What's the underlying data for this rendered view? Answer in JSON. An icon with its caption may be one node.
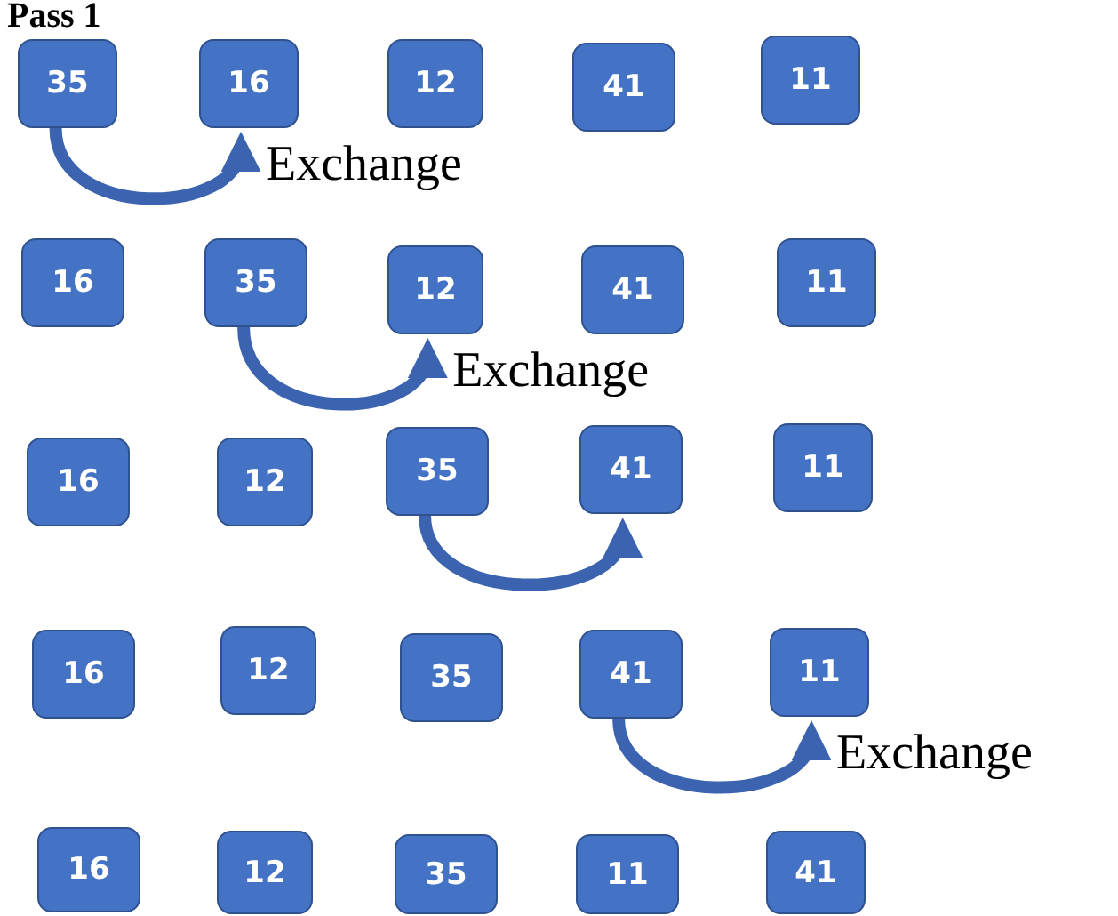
{
  "diagram": {
    "title": "Pass 1",
    "nodes": [
      {
        "text": [
          "35"
        ]
      },
      {
        "text": [
          "16"
        ]
      },
      {
        "text": [
          "12"
        ]
      },
      {
        "text": [
          "41"
        ]
      },
      {
        "text": [
          "11"
        ]
      },
      {
        "text": [
          "16"
        ]
      },
      {
        "text": [
          "35"
        ]
      },
      {
        "text": [
          "12"
        ]
      },
      {
        "text": [
          "41"
        ]
      },
      {
        "text": [
          "11"
        ]
      },
      {
        "text": [
          "16"
        ]
      },
      {
        "text": [
          "12"
        ]
      },
      {
        "text": [
          "35"
        ]
      },
      {
        "text": [
          "41"
        ]
      },
      {
        "text": [
          "11"
        ]
      },
      {
        "text": [
          "16"
        ]
      },
      {
        "text": [
          "12"
        ]
      },
      {
        "text": [
          "35"
        ]
      },
      {
        "text": [
          "41"
        ]
      },
      {
        "text": [
          "11"
        ]
      },
      {
        "text": [
          "16"
        ]
      },
      {
        "text": [
          "12"
        ]
      },
      {
        "text": [
          "35"
        ]
      },
      {
        "text": [
          "11"
        ]
      },
      {
        "text": [
          "41"
        ]
      }
    ],
    "edges": [
      {
        "from": 0,
        "to": 1,
        "arrow": "to",
        "label": "Exchange"
      },
      {
        "from": 6,
        "to": 7,
        "arrow": "to",
        "label": "Exchange"
      },
      {
        "from": 12,
        "to": 13,
        "arrow": "to"
      },
      {
        "from": 18,
        "to": 19,
        "arrow": "to",
        "label": "Exchange"
      }
    ]
  }
}
